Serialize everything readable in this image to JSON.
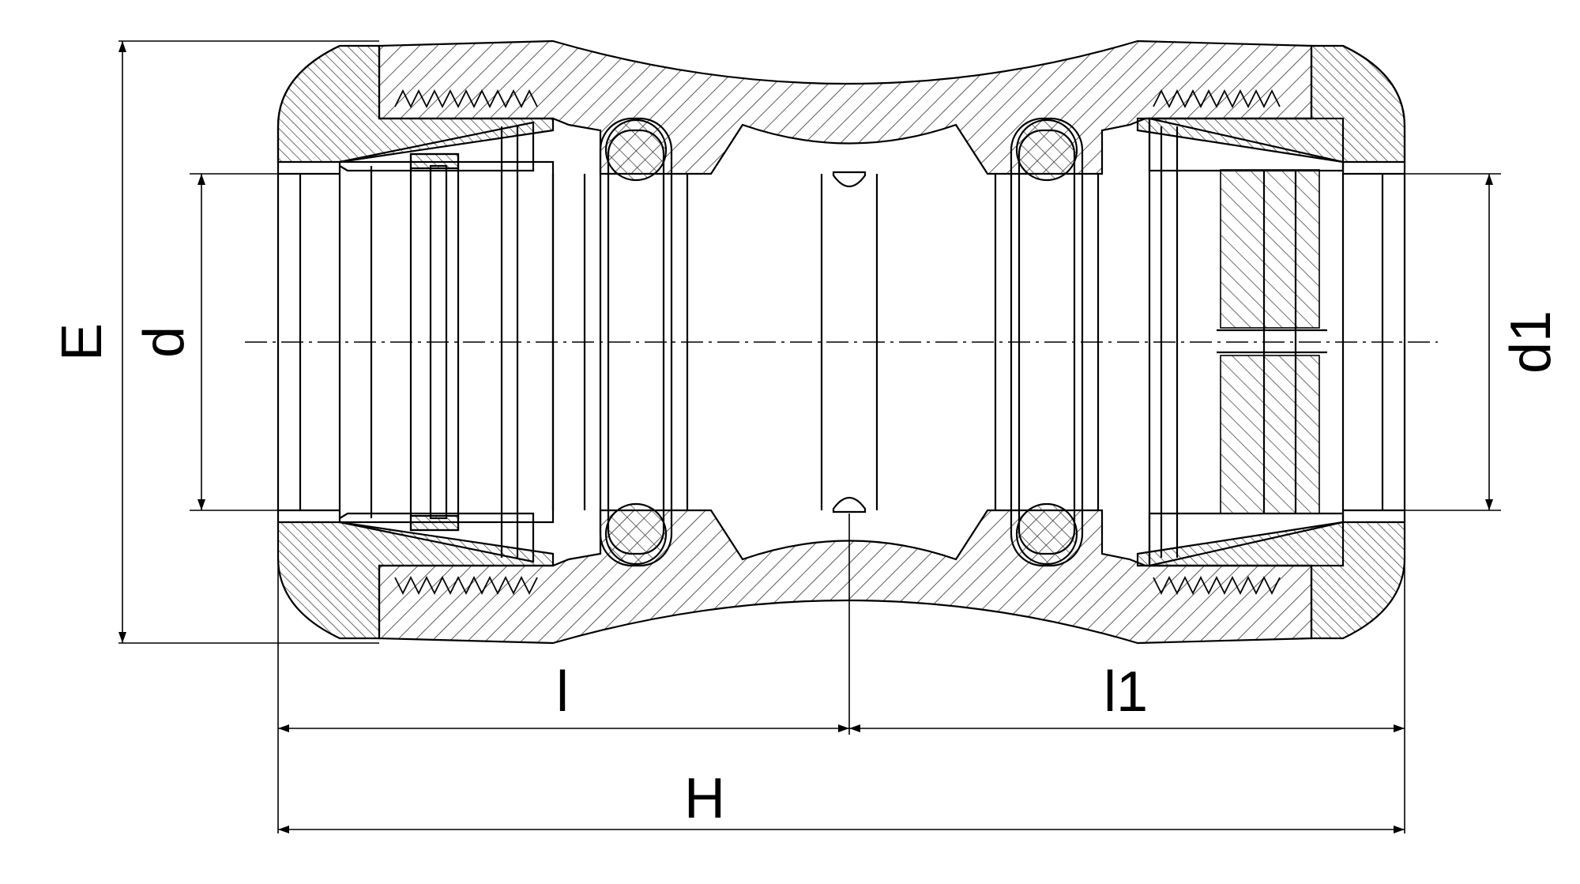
{
  "dimensions": {
    "E": "E",
    "d": "d",
    "d1": "d1",
    "l": "l",
    "l1": "l1",
    "H": "H"
  },
  "colors": {
    "stroke": "#000000",
    "hatch": "#333333",
    "background": "#ffffff"
  }
}
